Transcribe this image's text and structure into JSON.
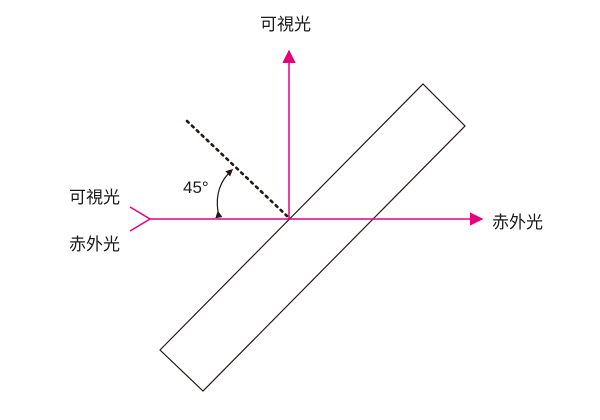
{
  "colors": {
    "beam": "#e6007e",
    "line": "#231815",
    "text": "#1a1a1a",
    "background": "#ffffff"
  },
  "labels": {
    "visible_input": "可視光",
    "infrared_input": "赤外光",
    "visible_output": "可視光",
    "infrared_output": "赤外光",
    "angle": "45°"
  }
}
